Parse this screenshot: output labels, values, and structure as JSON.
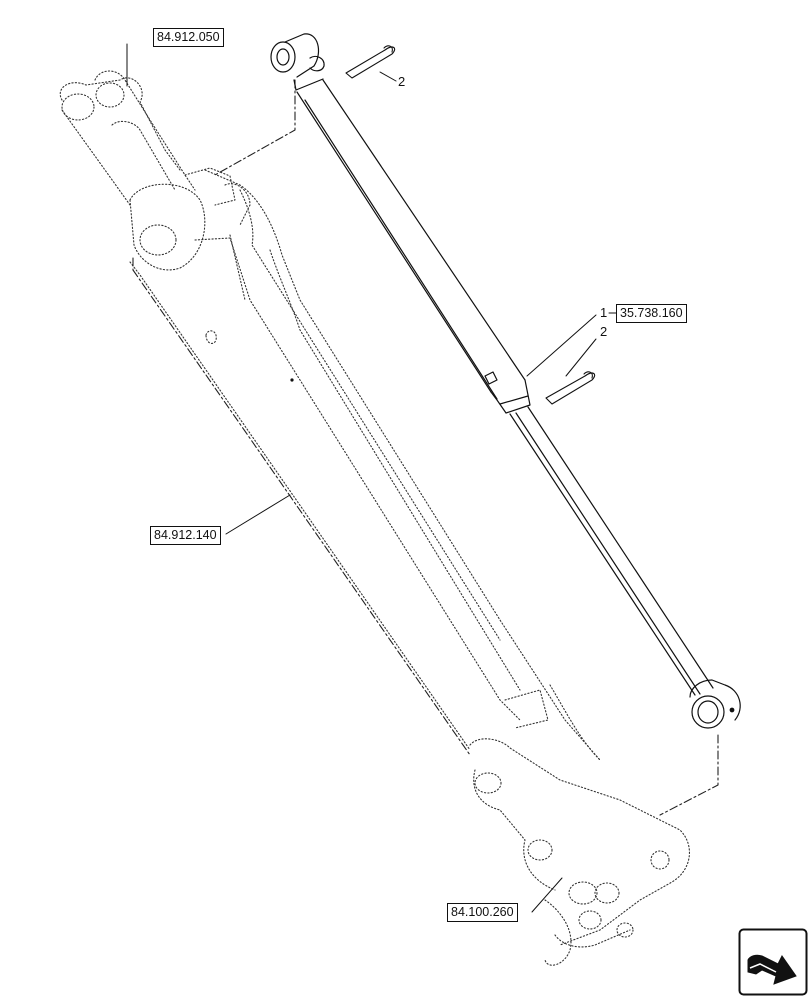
{
  "references": {
    "arm_top": "84.912.050",
    "arm_mid": "84.912.140",
    "arm_bottom": "84.100.260",
    "cylinder": "35.738.160"
  },
  "callouts": {
    "item_1": "1",
    "item_2_top": "2",
    "item_2_mid": "2"
  },
  "icons": {
    "navigation": "next-page-arrow-icon"
  }
}
